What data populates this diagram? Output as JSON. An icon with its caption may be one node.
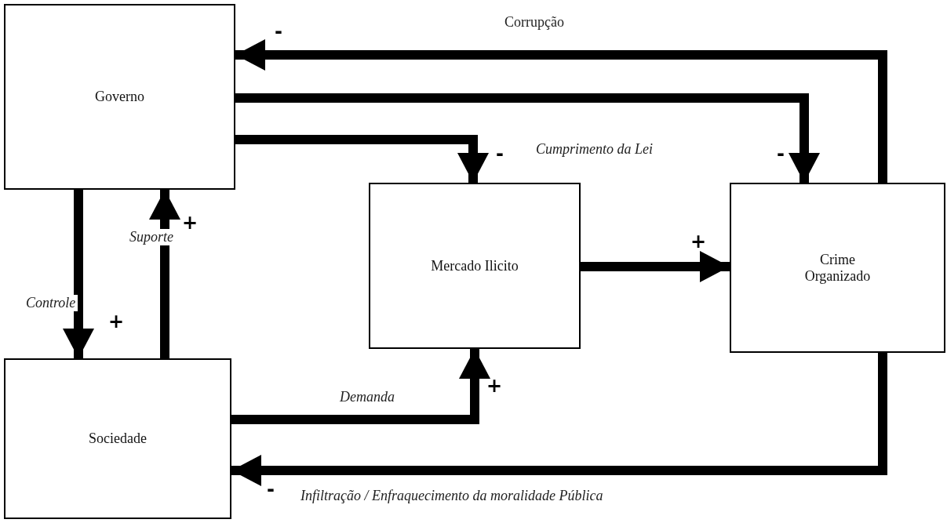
{
  "diagram": {
    "nodes": [
      {
        "text": [
          "Governo"
        ]
      },
      {
        "text": [
          "Mercado Ilicito"
        ]
      },
      {
        "text": [
          "Crime Organizado"
        ]
      },
      {
        "text": [
          "Sociedade"
        ]
      }
    ],
    "edges": [
      {
        "from": 2,
        "to": 0,
        "arrow": "to",
        "label": "Corrupção"
      },
      {
        "from": 0,
        "to": 2,
        "arrow": "to",
        "label": "Cumprimento da Lei"
      },
      {
        "from": 0,
        "to": 1,
        "arrow": "to"
      },
      {
        "from": 1,
        "to": 2,
        "arrow": "to"
      },
      {
        "from": 0,
        "to": 3,
        "arrow": "to",
        "label": "Controle"
      },
      {
        "from": 3,
        "to": 0,
        "arrow": "to",
        "label": "Suporte"
      },
      {
        "from": 3,
        "to": 1,
        "arrow": "to",
        "label": "Demanda"
      },
      {
        "from": 2,
        "to": 3,
        "arrow": "to",
        "label": "Infiltração / Enfraquecimento da moralidade Pública"
      }
    ],
    "labels": [
      "-",
      "-",
      "-",
      "+",
      "+",
      "+",
      "+",
      "-"
    ]
  }
}
